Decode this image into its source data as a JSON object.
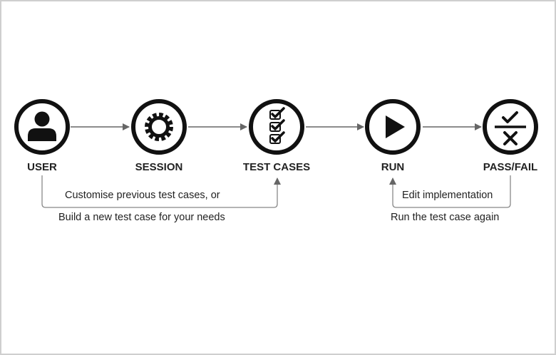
{
  "colors": {
    "stroke": "#111111",
    "arrow": "#666666",
    "loop_line": "#888888",
    "text": "#222222",
    "frame": "#cfcfcf"
  },
  "stages": [
    {
      "label": "USER",
      "icon": "user-icon"
    },
    {
      "label": "SESSION",
      "icon": "gear-icon"
    },
    {
      "label": "TEST CASES",
      "icon": "checklist-icon"
    },
    {
      "label": "RUN",
      "icon": "play-icon"
    },
    {
      "label": "PASS/FAIL",
      "icon": "pass-fail-icon"
    }
  ],
  "loops": {
    "left": {
      "line1": "Customise previous test cases, or",
      "line2": "Build a new test case for your needs"
    },
    "right": {
      "line1": "Edit implementation",
      "line2": "Run the test case again"
    }
  }
}
